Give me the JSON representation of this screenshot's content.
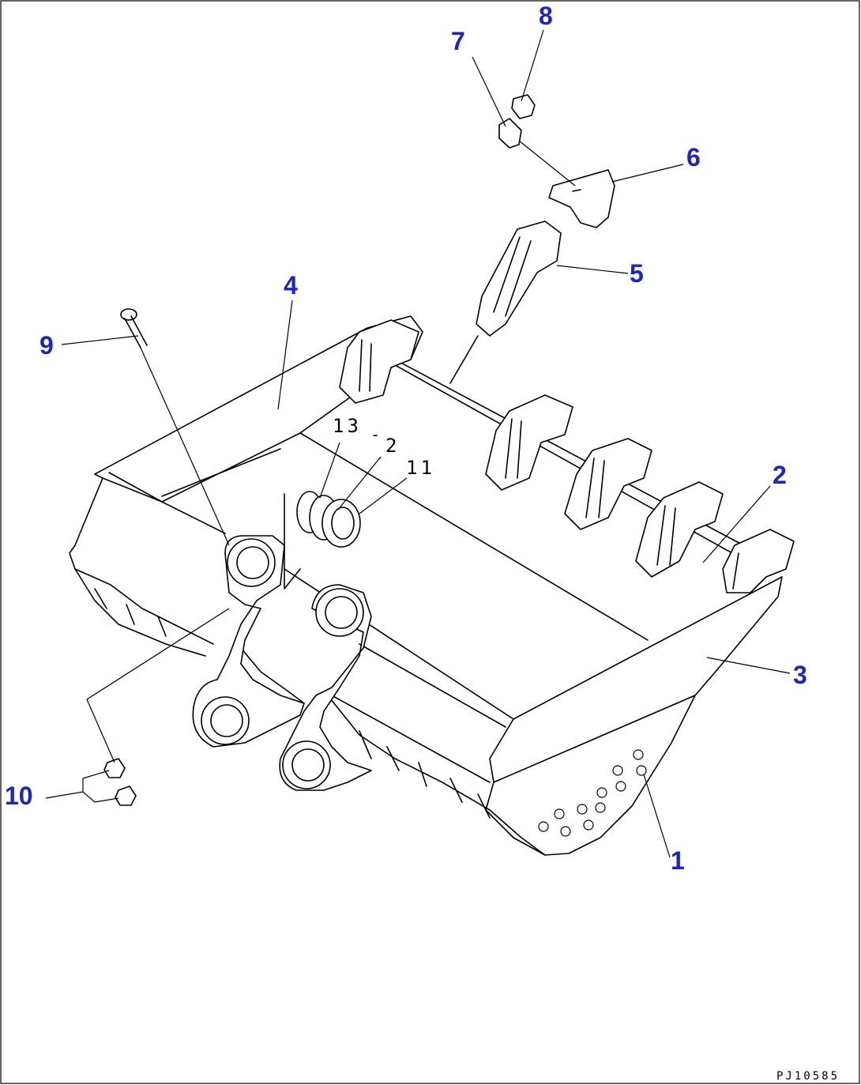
{
  "diagram": {
    "callouts": {
      "c1": "1",
      "c2": "2",
      "c3": "3",
      "c4": "4",
      "c5": "5",
      "c6": "6",
      "c7": "7",
      "c8": "8",
      "c9": "9",
      "c10": "10",
      "c11": "11",
      "c13_2_a": "13",
      "c13_2_b": "2"
    },
    "drawing_code": "PJ10585",
    "callout_color": "#1c24c8"
  }
}
